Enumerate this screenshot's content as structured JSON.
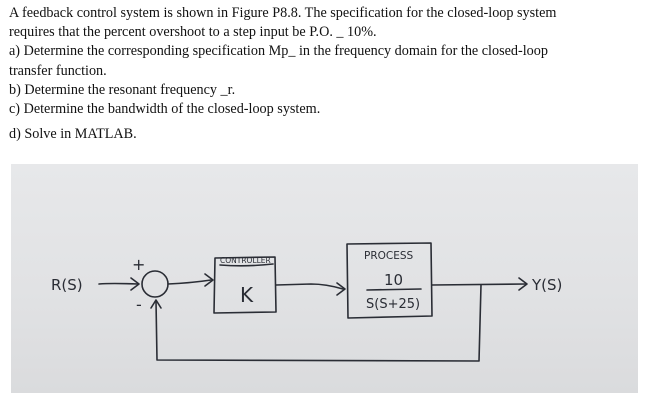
{
  "question": {
    "intro_line1": "A feedback control system is shown in Figure P8.8. The specification for the closed-loop system",
    "intro_line2": "requires that the percent overshoot to a step input be P.O. _ 10%.",
    "part_a_line1": "a) Determine the corresponding specification Mp_ in the frequency domain for the closed-loop",
    "part_a_line2": "transfer function.",
    "part_b": "b) Determine the resonant frequency _r.",
    "part_c": "c) Determine the bandwidth of the closed-loop system.",
    "part_d": "d) Solve in MATLAB."
  },
  "diagram": {
    "input_label": "R(S)",
    "plus_sign": "+",
    "minus_sign": "-",
    "controller_title": "CONTROLLER",
    "controller_gain": "K",
    "process_title": "PROCESS",
    "process_numerator": "10",
    "process_denominator": "S(S+25)",
    "output_label": "Y(S)",
    "ink_color": "#2a2d35",
    "paper_color": "#e3e4e6"
  }
}
